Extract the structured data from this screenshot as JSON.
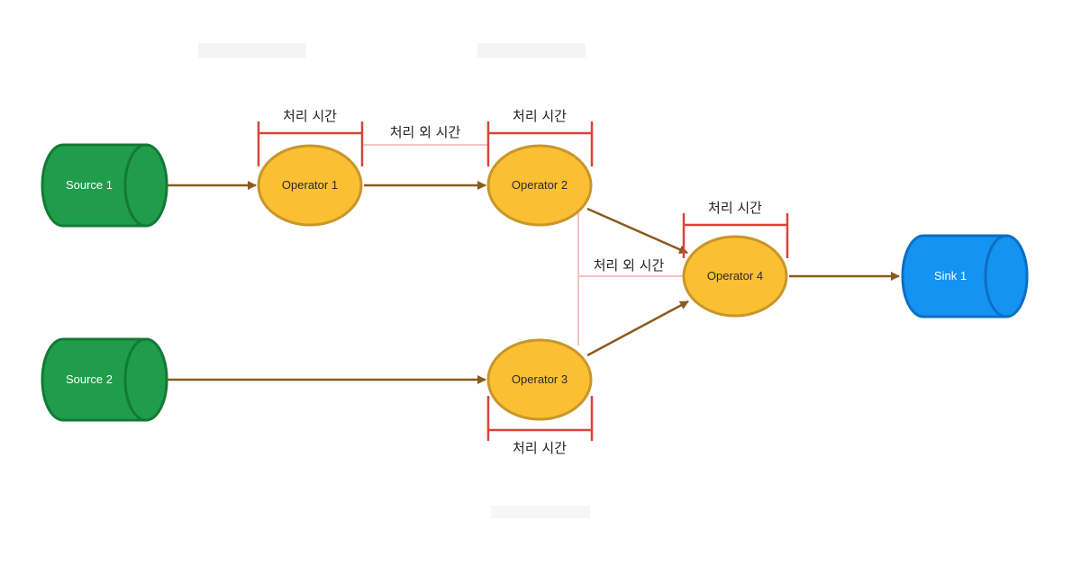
{
  "nodes": {
    "source1": "Source 1",
    "source2": "Source 2",
    "op1": "Operator 1",
    "op2": "Operator 2",
    "op3": "Operator 3",
    "op4": "Operator 4",
    "sink1": "Sink 1"
  },
  "labels": {
    "processing_time": "처리 시간",
    "non_processing_time": "처리 외 시간"
  },
  "colors": {
    "source_fill": "#1f9d4a",
    "source_stroke": "#127a35",
    "operator_fill": "#fbbf33",
    "operator_stroke": "#c9962a",
    "sink_fill": "#1493f3",
    "sink_stroke": "#0b6fc2",
    "arrow": "#8b5a1e",
    "bracket": "#d6453a",
    "guide": "#f4c3c0"
  }
}
